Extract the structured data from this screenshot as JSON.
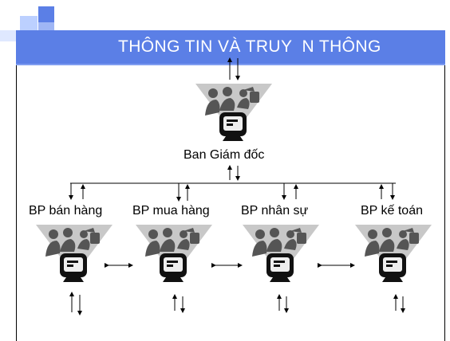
{
  "slide": {
    "title": "THÔNG TIN VÀ TRUY  N THÔNG"
  },
  "org_chart": {
    "top": {
      "label": "Ban Giám đốc"
    },
    "departments": [
      {
        "label": "BP bán hàng"
      },
      {
        "label": "BP mua hàng"
      },
      {
        "label": "BP nhân sự"
      },
      {
        "label": "BP kế toán"
      }
    ]
  },
  "colors": {
    "title_bar": "#5b7fe6",
    "title_text": "#ffffff",
    "deco_dark": "#5b7fe6",
    "deco_light": "#bcd0ff",
    "triangle": "#c8c8c8",
    "silhouette": "#555555",
    "monitor": "#111111"
  },
  "icons": {
    "node_icon": "people-at-computer-icon"
  }
}
